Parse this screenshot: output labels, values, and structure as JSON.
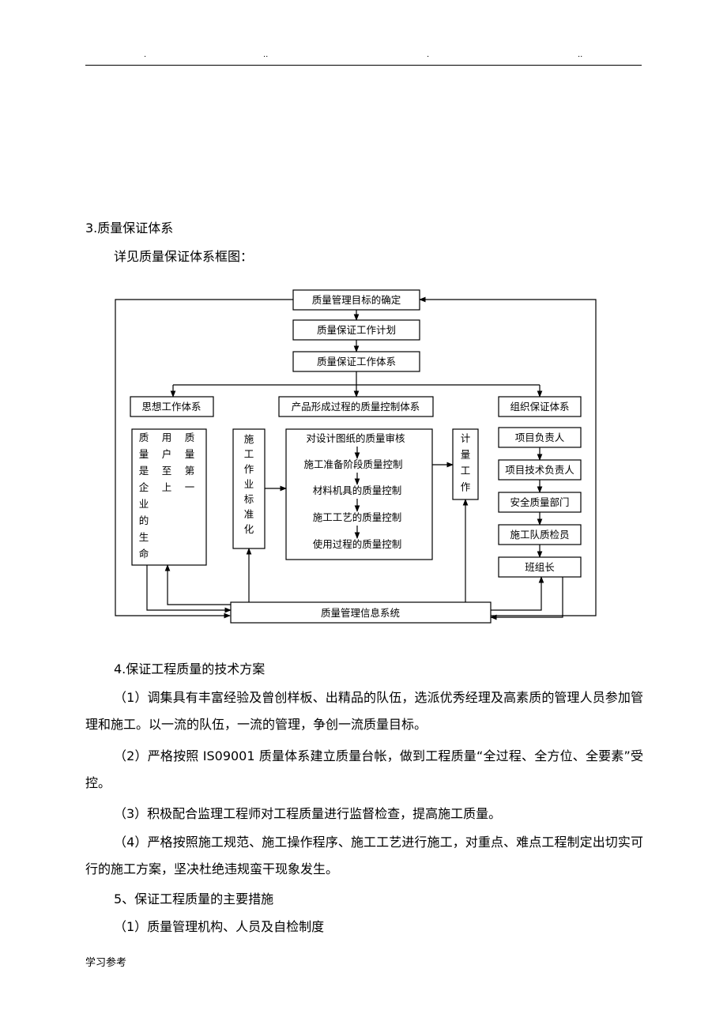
{
  "header": {
    "marks": [
      ".",
      "..",
      ".",
      ".."
    ]
  },
  "section3": {
    "heading": "3.质量保证体系",
    "intro": "详见质量保证体系框图："
  },
  "diagram": {
    "goal": "质量管理目标的确定",
    "plan": "质量保证工作计划",
    "system": "质量保证工作体系",
    "left_head": "思想工作体系",
    "mid_head": "产品形成过程的质量控制体系",
    "right_head": "组织保证体系",
    "left_col1": "质量是企业的生命",
    "left_col2": "用户至上",
    "left_col3": "质量第一",
    "std_work": "施工作业标准化",
    "mid_items": [
      "对设计图纸的质量审核",
      "施工准备阶段质量控制",
      "材料机具的质量控制",
      "施工工艺的质量控制",
      "使用过程的质量控制"
    ],
    "measure": "计量工作",
    "org_items": [
      "项目负责人",
      "项目技术负责人",
      "安全质量部门",
      "施工队质检员",
      "班组长"
    ],
    "info": "质量管理信息系统"
  },
  "section4": {
    "heading": "4.保证工程质量的技术方案",
    "p1": "（1）调集具有丰富经验及曾创样板、出精品的队伍，选派优秀经理及高素质的管理人员参加管理和施工。以一流的队伍，一流的管理，争创一流质量目标。",
    "p2": "（2）严格按照 IS09001 质量体系建立质量台帐，做到工程质量“全过程、全方位、全要素”受控。",
    "p3": "（3）积极配合监理工程师对工程质量进行监督检查，提高施工质量。",
    "p4": "（4）严格按照施工规范、施工操作程序、施工工艺进行施工，对重点、难点工程制定出切实可行的施工方案，坚决杜绝违规蛮干现象发生。"
  },
  "section5": {
    "heading": "5、保证工程质量的主要措施",
    "p1": "（1）质量管理机构、人员及自检制度"
  },
  "footer": {
    "text": "学习参考"
  }
}
